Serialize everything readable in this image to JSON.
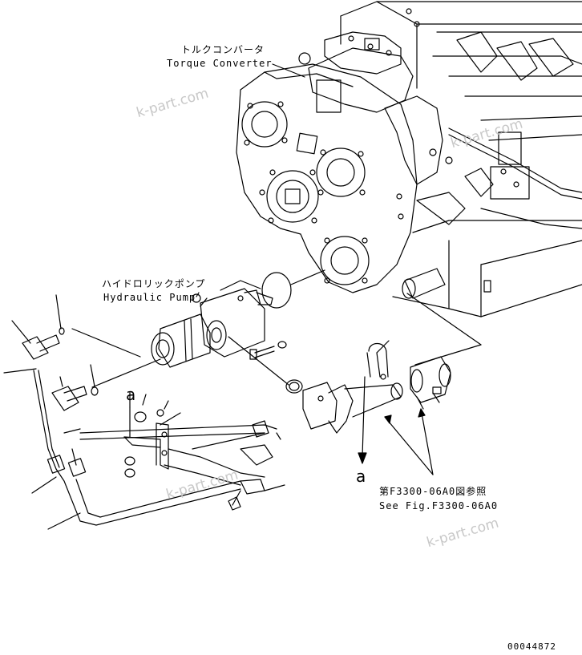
{
  "labels": {
    "torque_converter_jp": "トルクコンバータ",
    "torque_converter_en": "Torque Converter",
    "hydraulic_pump_jp": "ハイドロリックポンプ",
    "hydraulic_pump_en": "Hydraulic Pump",
    "see_fig_jp": "第F3300-06A0図参照",
    "see_fig_en": "See Fig.F3300-06A0",
    "ref_a_1": "a",
    "ref_a_2": "a",
    "drawing_number": "00044872"
  },
  "watermarks": [
    "k-part.com",
    "k-part.com",
    "k-part.com",
    "k-part.com"
  ]
}
